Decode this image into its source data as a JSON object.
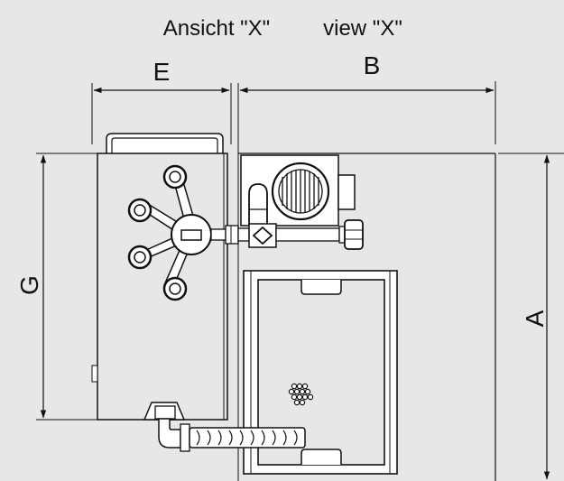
{
  "title": {
    "german": "Ansicht \"X\"",
    "english": "view \"X\""
  },
  "dimensions": {
    "A": "A",
    "B": "B",
    "E": "E",
    "G": "G"
  },
  "colors": {
    "background": "#e6e7e8",
    "line": "#111111",
    "fill_white": "#ffffff"
  }
}
